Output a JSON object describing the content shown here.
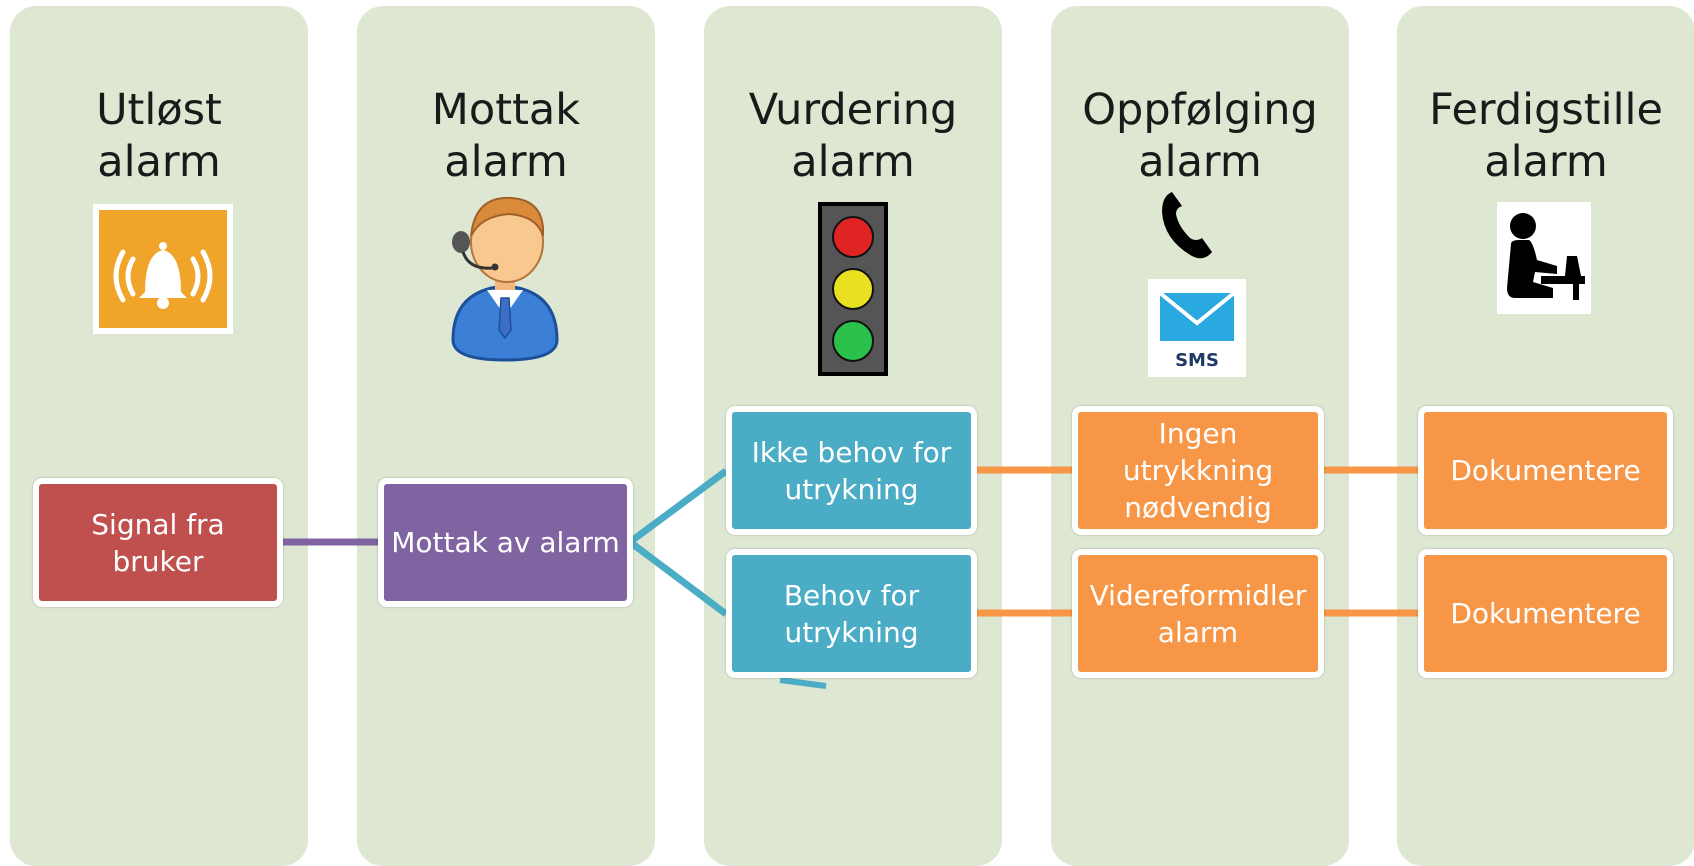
{
  "lanes": [
    {
      "line1": "Utløst",
      "line2": "alarm"
    },
    {
      "line1": "Mottak",
      "line2": "alarm"
    },
    {
      "line1": "Vurdering",
      "line2": "alarm"
    },
    {
      "line1": "Oppfølging",
      "line2": "alarm"
    },
    {
      "line1": "Ferdigstille",
      "line2": "alarm"
    }
  ],
  "boxes": {
    "signal": "Signal fra bruker",
    "mottak": "Mottak av alarm",
    "ikke_behov": "Ikke behov for utrykning",
    "behov": "Behov for utrykning",
    "ingen_utrykning": "Ingen utrykkning nødvendig",
    "videreformidler": "Videreformidler alarm",
    "dokumentere_1": "Dokumentere",
    "dokumentere_2": "Dokumentere"
  },
  "icons": {
    "lane1": "alarm-bell-icon",
    "lane2": "operator-headset-icon",
    "lane3": "traffic-light-icon",
    "lane4": [
      "phone-icon",
      "sms-envelope-icon"
    ],
    "lane5": "person-at-desk-icon",
    "sms_text": "SMS"
  },
  "colors": {
    "lane_bg": "#dde7d2",
    "signal": "#c0504d",
    "mottak": "#8064a2",
    "assess": "#4bacc6",
    "followup": "#f79646",
    "alarm_icon": "#f0a52a"
  }
}
